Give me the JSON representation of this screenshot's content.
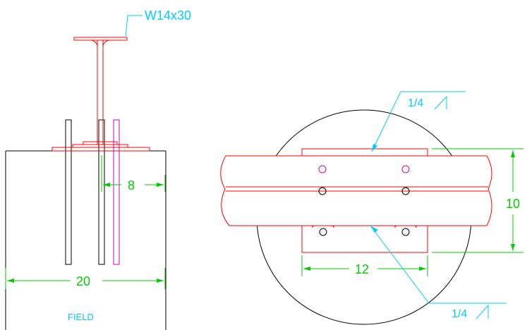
{
  "drawing": {
    "beam_label": "W14x30",
    "field_label": "FIELD",
    "dim_width_left": "20",
    "dim_offset": "8",
    "dim_plate_width": "12",
    "dim_plate_height": "10",
    "weld_top": "1/4",
    "weld_bottom": "1/4"
  },
  "colors": {
    "outline": "#000000",
    "steel": "#ff0000",
    "dimension": "#00cc00",
    "callout": "#00ccff",
    "bolt_alt": "#cc00cc"
  }
}
